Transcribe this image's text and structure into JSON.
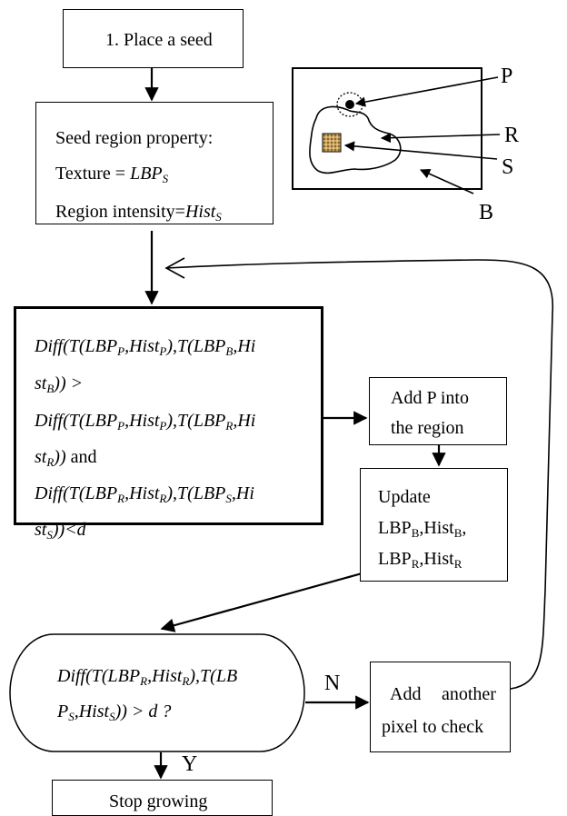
{
  "steps": {
    "seed": "1. Place a seed",
    "seed_region": {
      "heading": "Seed region property:",
      "texture_label": "Texture = ",
      "texture_var": "LBP",
      "texture_sub": "S",
      "intensity_label": "Region intensity=",
      "intensity_var": "Hist",
      "intensity_sub": "S"
    },
    "condition": {
      "l1": [
        "Diff(T(LBP",
        "P",
        ",Hist",
        "P",
        "),T(LBP",
        "B",
        ",Hi"
      ],
      "l2": [
        "st",
        "B",
        ")) >"
      ],
      "l3": [
        "Diff(T(LBP",
        "P",
        ",Hist",
        "P",
        "),T(LBP",
        "R",
        ",Hi"
      ],
      "l4": [
        "st",
        "R",
        "))",
        " and"
      ],
      "l5": [
        "Diff(T(LBP",
        "R",
        ",Hist",
        "R",
        "),T(LBP",
        "S",
        ",Hi"
      ],
      "l6": [
        "st",
        "S",
        "))<d"
      ]
    },
    "add_p": [
      "Add P into",
      "the region"
    ],
    "update": {
      "title": "Update",
      "l2": [
        "LBP",
        "B",
        ",Hist",
        "B",
        ","
      ],
      "l3": [
        "LBP",
        "R",
        ",Hist",
        "R"
      ]
    },
    "decision": {
      "l1": [
        "Diff(T(LBP",
        "R",
        ",Hist",
        "R",
        "),T(LB"
      ],
      "l2": [
        "P",
        "S",
        ",Hist",
        "S",
        ")) > d ?"
      ]
    },
    "add_another": {
      "l1a": "Add",
      "l1b": "another",
      "l2": "pixel to check"
    },
    "stop": "Stop growing"
  },
  "branches": {
    "no": "N",
    "yes": "Y"
  },
  "inset_labels": {
    "p": "P",
    "r": "R",
    "s": "S",
    "b": "B"
  }
}
